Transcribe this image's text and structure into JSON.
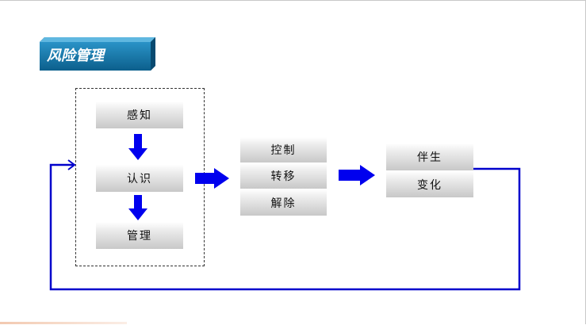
{
  "title": "风险管理",
  "colors": {
    "banner": "#1576a8",
    "arrow": "#0000ee",
    "line": "#0000cc"
  },
  "stages": {
    "perceive": "感知",
    "recognize": "认识",
    "manage": "管理"
  },
  "responses": [
    "控制",
    "转移",
    "解除"
  ],
  "outcomes": [
    "伴生",
    "变化"
  ]
}
